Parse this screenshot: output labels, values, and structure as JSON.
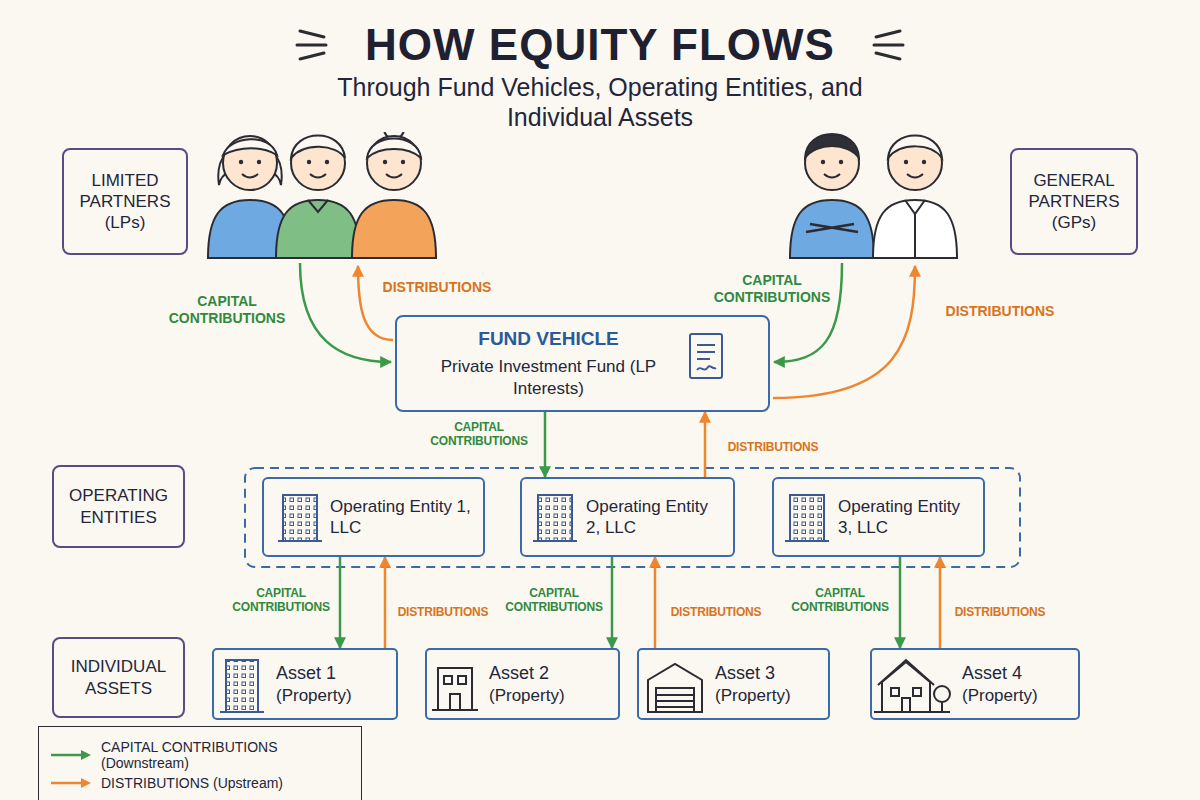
{
  "diagram": {
    "title": "HOW EQUITY FLOWS",
    "nodes": [
      {
        "text": [
          "LIMITED PARTNERS (LPs)"
        ]
      },
      {
        "text": [
          "GENERAL PARTNERS (GPs)"
        ]
      },
      {
        "text": [
          "FUND VEHICLE",
          "Private Investment Fund (LP Interests)"
        ]
      },
      {
        "text": [
          "OPERATING ENTITIES"
        ]
      },
      {
        "text": [
          "Operating Entity 1, LLC"
        ]
      },
      {
        "text": [
          "Operating Entity 2, LLC"
        ]
      },
      {
        "text": [
          "Operating Entity 3, LLC"
        ]
      },
      {
        "text": [
          "INDIVIDUAL ASSETS"
        ]
      },
      {
        "text": [
          "Asset 1",
          "(Property)"
        ]
      },
      {
        "text": [
          "Asset 2",
          "(Property)"
        ]
      },
      {
        "text": [
          "Asset 3",
          "(Property)"
        ]
      },
      {
        "text": [
          "Asset 4",
          "(Property)"
        ]
      }
    ],
    "edges": [
      {
        "from": 2,
        "to": 5,
        "label": "CAPITAL CONTRIBUTIONS",
        "arrow": "to"
      },
      {
        "from": 5,
        "to": 2,
        "label": "DISTRIBUTIONS",
        "arrow": "to"
      },
      {
        "from": 4,
        "to": 8,
        "label": "CAPITAL CONTRIBUTIONS",
        "arrow": "to"
      },
      {
        "from": 8,
        "to": 4,
        "label": "DISTRIBUTIONS",
        "arrow": "to"
      },
      {
        "from": 5,
        "to": 9,
        "label": "CAPITAL CONTRIBUTIONS",
        "arrow": "to"
      },
      {
        "from": 10,
        "to": 5,
        "label": "DISTRIBUTIONS",
        "arrow": "to"
      },
      {
        "from": 6,
        "to": 11,
        "label": "CAPITAL CONTRIBUTIONS",
        "arrow": "to"
      },
      {
        "from": 11,
        "to": 6,
        "label": "DISTRIBUTIONS",
        "arrow": "to"
      }
    ],
    "labels": [
      "Through Fund Vehicles, Operating Entities, and Individual Assets",
      "CAPITAL CONTRIBUTIONS",
      "DISTRIBUTIONS",
      "CAPITAL CONTRIBUTIONS",
      "DISTRIBUTIONS"
    ],
    "legend": [
      {
        "text": "CAPITAL CONTRIBUTIONS (Downstream)"
      },
      {
        "text": "DISTRIBUTIONS (Upstream)"
      }
    ]
  }
}
